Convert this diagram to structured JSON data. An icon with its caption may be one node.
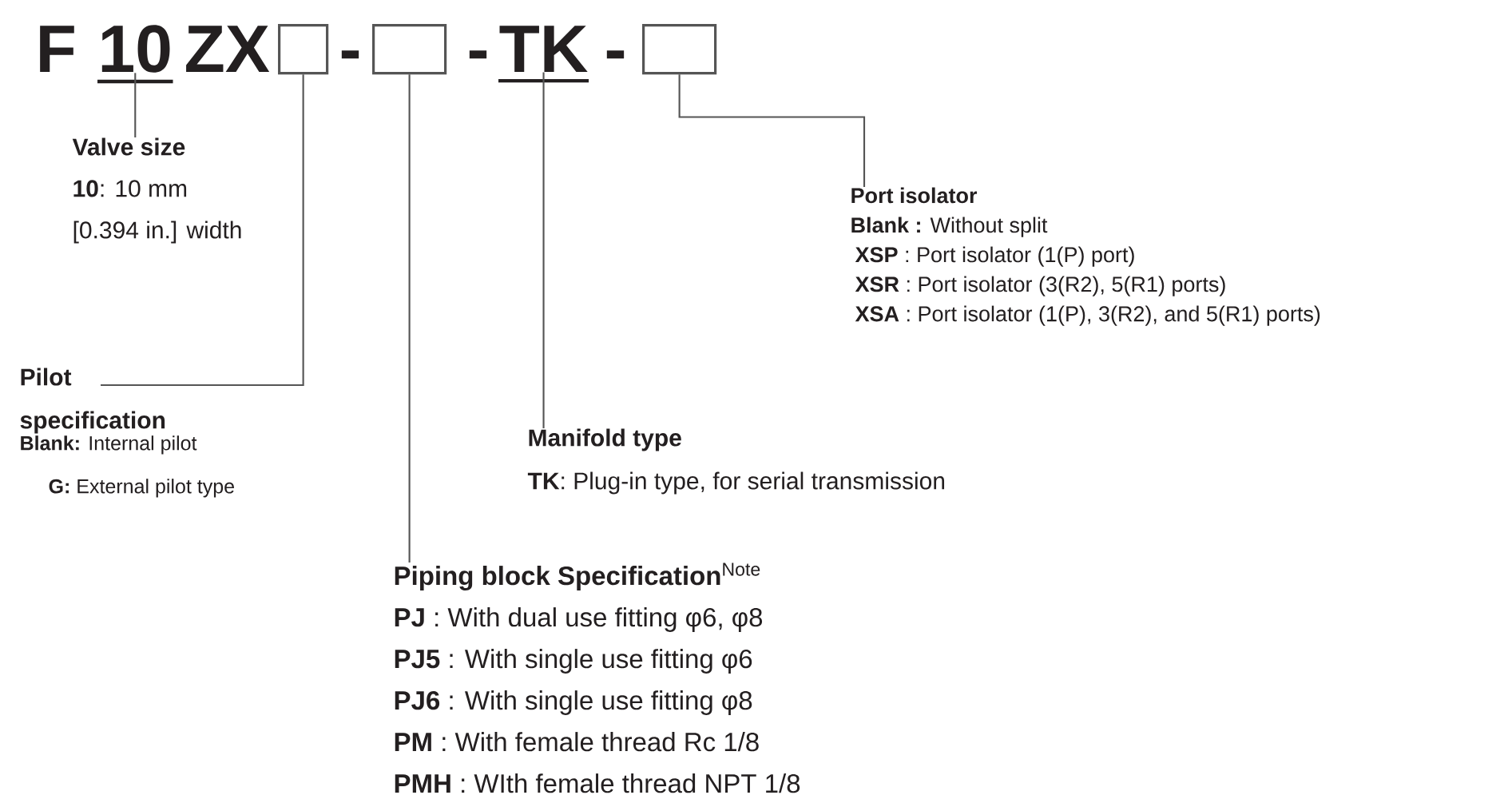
{
  "diagram": {
    "nodes": [
      {
        "text": [
          "10"
        ]
      },
      {
        "text": [],
        "shape": "box"
      },
      {
        "text": [],
        "shape": "box"
      },
      {
        "text": [
          "TK"
        ]
      },
      {
        "text": [],
        "shape": "box"
      },
      {
        "text": [
          "Valve size",
          "**10**: 10 mm",
          "[0.394 in.] width"
        ]
      },
      {
        "text": [
          "Pilot specification",
          "**Blank:** Internal pilot",
          "**G:** External pilot type"
        ]
      },
      {
        "text": [
          "Manifold type",
          "**TK**: Plug-in type, for serial transmission"
        ]
      },
      {
        "text": [
          "**Piping block Specification**$^{Note}$",
          "**PJ** : With dual use fitting φ6, φ8",
          "**PJ5** : With single use fitting φ6",
          "**PJ6** : With single use fitting φ8",
          "**PM** : With female thread Rc 1/8",
          "**PMH** : WIth female thread NPT 1/8"
        ]
      },
      {
        "text": [
          "Port isolator",
          "**Blank :** Without split",
          "**XSP** : Port isolator (1(P) port)",
          "**XSR** : Port isolator (3(R2), 5(R1) ports)",
          "**XSA** : Port isolator (1(P), 3(R2), and 5(R1) ports)"
        ]
      }
    ],
    "edges": [
      {
        "from": 0,
        "to": 5,
        "arrow": "none"
      },
      {
        "from": 1,
        "to": 6,
        "arrow": "none"
      },
      {
        "from": 2,
        "to": 8,
        "arrow": "none"
      },
      {
        "from": 3,
        "to": 7,
        "arrow": "none"
      },
      {
        "from": 4,
        "to": 9,
        "arrow": "none"
      }
    ],
    "labels": [
      "F",
      "ZX",
      "-",
      "-",
      "-"
    ]
  }
}
